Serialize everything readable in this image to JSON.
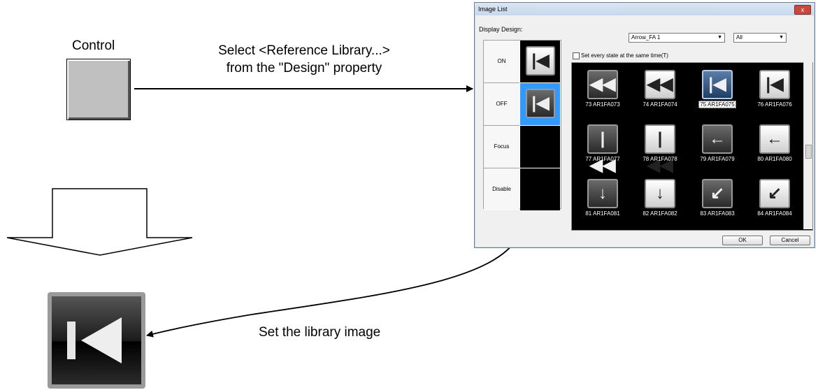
{
  "labels": {
    "control": "Control",
    "select_line1": "Select <Reference Library...>",
    "select_line2": "from the \"Design\" property",
    "set_image": "Set the library image"
  },
  "dialog": {
    "title": "Image List",
    "close_glyph": "x",
    "display_design_label": "Display Design:",
    "library_select": "Arrow_FA 1",
    "filter_select": "All",
    "checkbox_label": "Set every state at the same time(T)",
    "states": [
      "ON",
      "OFF",
      "Focus",
      "Disable"
    ],
    "selected_state": "OFF",
    "images": [
      {
        "caption": "73 AR1FA073",
        "icon": "rewind-icon",
        "style": "dark",
        "glyph": "◀◀"
      },
      {
        "caption": "74 AR1FA074",
        "icon": "rewind-icon",
        "style": "light",
        "glyph": "◀◀"
      },
      {
        "caption": "75 AR1FA075",
        "icon": "skip-to-start-icon",
        "style": "sel",
        "glyph": "|◀"
      },
      {
        "caption": "76 AR1FA076",
        "icon": "skip-to-start-icon",
        "style": "light",
        "glyph": "|◀"
      },
      {
        "caption": "77 AR1FA077",
        "icon": "fast-skip-back-icon",
        "style": "dark",
        "glyph": "|◀◀"
      },
      {
        "caption": "78 AR1FA078",
        "icon": "fast-skip-back-icon",
        "style": "light",
        "glyph": "|◀◀"
      },
      {
        "caption": "79 AR1FA079",
        "icon": "arrow-left-icon",
        "style": "dark",
        "glyph": "←"
      },
      {
        "caption": "80 AR1FA080",
        "icon": "arrow-left-icon",
        "style": "light",
        "glyph": "←"
      },
      {
        "caption": "81 AR1FA081",
        "icon": "arrow-down-icon",
        "style": "dark",
        "glyph": "↓"
      },
      {
        "caption": "82 AR1FA082",
        "icon": "arrow-down-icon",
        "style": "light",
        "glyph": "↓"
      },
      {
        "caption": "83 AR1FA083",
        "icon": "arrow-down-left-icon",
        "style": "dark",
        "glyph": "↙"
      },
      {
        "caption": "84 AR1FA084",
        "icon": "arrow-down-left-icon",
        "style": "light",
        "glyph": "↙"
      }
    ],
    "selected_caption": "75 AR1FA075",
    "ok_label": "OK",
    "cancel_label": "Cancel"
  },
  "colors": {
    "selection_blue": "#3399ff",
    "grid_background": "#000000",
    "control_gray": "#c0c0c0"
  }
}
